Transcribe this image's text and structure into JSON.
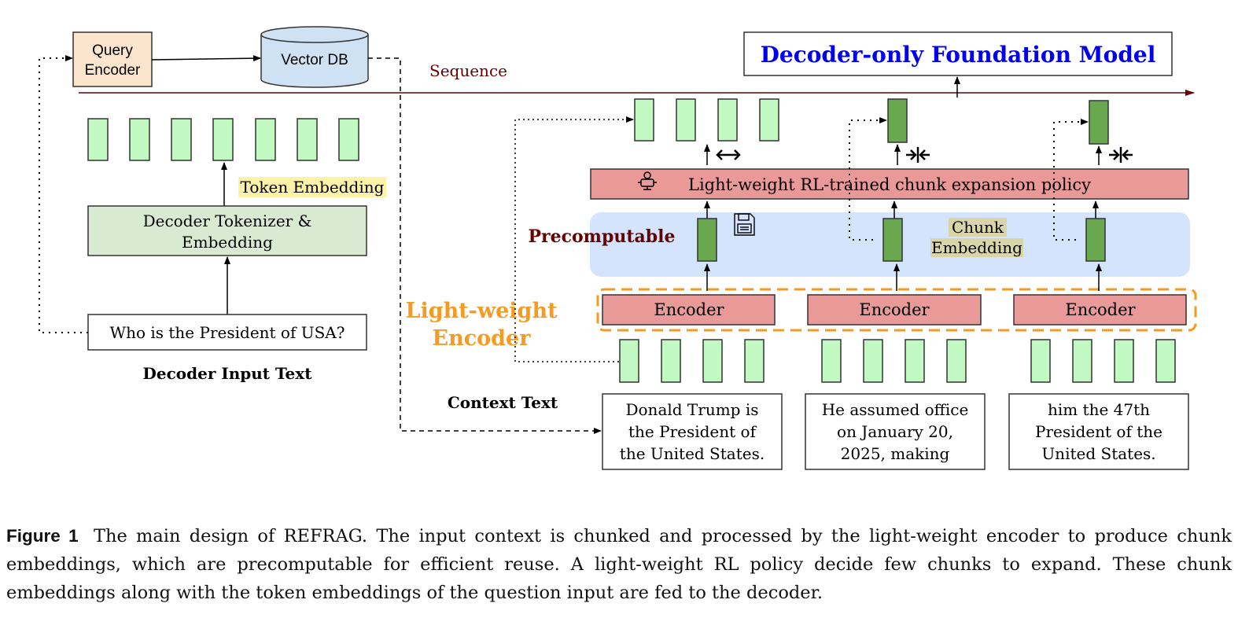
{
  "labels": {
    "query_encoder": [
      "Query",
      "Encoder"
    ],
    "vector_db": "Vector DB",
    "sequence": "Sequence",
    "foundation_model": "Decoder-only Foundation Model",
    "token_embedding": "Token Embedding",
    "decoder_tokenizer": [
      "Decoder Tokenizer &",
      "Embedding"
    ],
    "question": "Who is the President of USA?",
    "decoder_input_text": "Decoder Input Text",
    "policy": "Light-weight RL-trained chunk expansion policy",
    "precomputable": "Precomputable",
    "chunk_embedding": [
      "Chunk",
      "Embedding"
    ],
    "lightweight_encoder": [
      "Light-weight",
      "Encoder"
    ],
    "encoders": [
      "Encoder",
      "Encoder",
      "Encoder"
    ],
    "context_text": "Context Text",
    "chunks": [
      [
        "Donald Trump is",
        "the President of",
        "the United States."
      ],
      [
        "He assumed office",
        "on January 20,",
        "2025, making"
      ],
      [
        "him the 47th",
        "President of the",
        "United States."
      ]
    ]
  },
  "caption": {
    "label": "Figure 1",
    "text": "The main design of REFRAG. The input context is chunked and processed by the light-weight encoder to produce chunk embeddings, which are precomputable for efficient reuse. A light-weight RL policy decide few chunks to expand. These chunk embeddings along with the token embeddings of the question input are fed to the decoder."
  },
  "colors": {
    "token_fill": "#c2f8c2",
    "chunk_fill": "#6aa84f",
    "encoder_fill": "#ea9999",
    "query_fill": "#fce5cd",
    "db_fill": "#cfe2f3",
    "tokenizer_fill": "#d9ead3",
    "precomp_band": "#d4e4fc",
    "accent_orange": "#f59a23",
    "dark_red": "#660000",
    "title_blue": "#0000ee"
  },
  "icons": [
    "robot-icon",
    "floppy-disk-icon",
    "expand-arrows-icon",
    "compress-arrows-icon"
  ]
}
